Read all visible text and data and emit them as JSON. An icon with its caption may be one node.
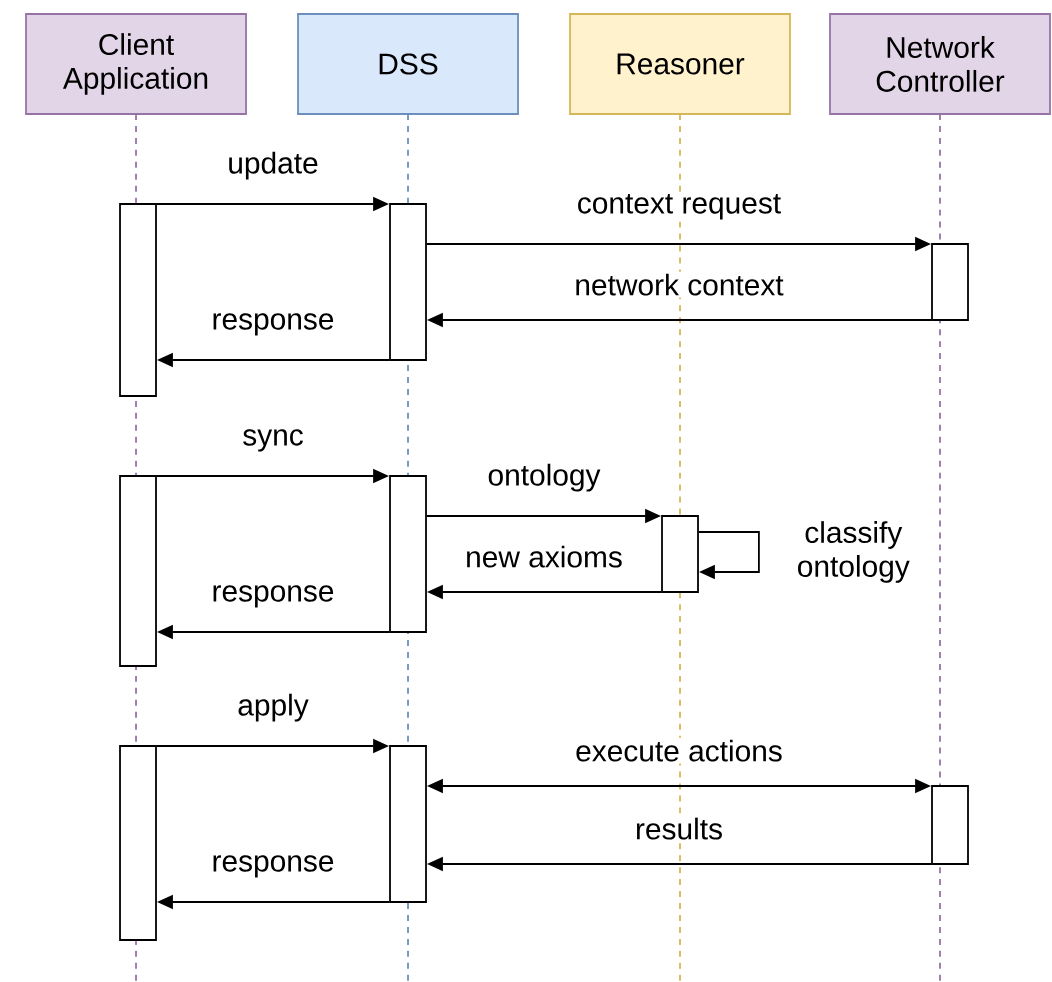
{
  "diagram": {
    "nodes": [
      {
        "text": [
          "Client Application"
        ]
      },
      {
        "text": [
          "DSS"
        ]
      },
      {
        "text": [
          "Reasoner"
        ]
      },
      {
        "text": [
          "Network Controller"
        ]
      },
      {
        "text": [],
        "shape": "box"
      },
      {
        "text": [],
        "shape": "box"
      },
      {
        "text": [],
        "shape": "box"
      },
      {
        "text": [],
        "shape": "box"
      },
      {
        "text": [],
        "shape": "box"
      },
      {
        "text": [],
        "shape": "box"
      },
      {
        "text": [],
        "shape": "box"
      },
      {
        "text": [],
        "shape": "box"
      },
      {
        "text": [],
        "shape": "box"
      }
    ],
    "edges": [
      {
        "from": 4,
        "to": 5,
        "arrow": "to",
        "label": "update"
      },
      {
        "from": 5,
        "to": 6,
        "arrow": "to",
        "label": "context request"
      },
      {
        "from": 6,
        "to": 5,
        "arrow": "to",
        "label": "network context"
      },
      {
        "from": 5,
        "to": 4,
        "arrow": "to",
        "label": "response"
      },
      {
        "from": 7,
        "to": 8,
        "arrow": "to",
        "label": "sync"
      },
      {
        "from": 8,
        "to": 9,
        "arrow": "to",
        "label": "ontology"
      },
      {
        "from": 9,
        "to": 9,
        "arrow": "to",
        "label": "classify ontology"
      },
      {
        "from": 9,
        "to": 8,
        "arrow": "to",
        "label": "new axioms"
      },
      {
        "from": 8,
        "to": 7,
        "arrow": "to",
        "label": "response"
      },
      {
        "from": 10,
        "to": 11,
        "arrow": "to",
        "label": "apply"
      },
      {
        "from": 11,
        "to": 12,
        "arrow": "both",
        "label": "execute actions"
      },
      {
        "from": 12,
        "to": 11,
        "arrow": "to",
        "label": "results"
      },
      {
        "from": 11,
        "to": 10,
        "arrow": "to",
        "label": "response"
      }
    ]
  }
}
